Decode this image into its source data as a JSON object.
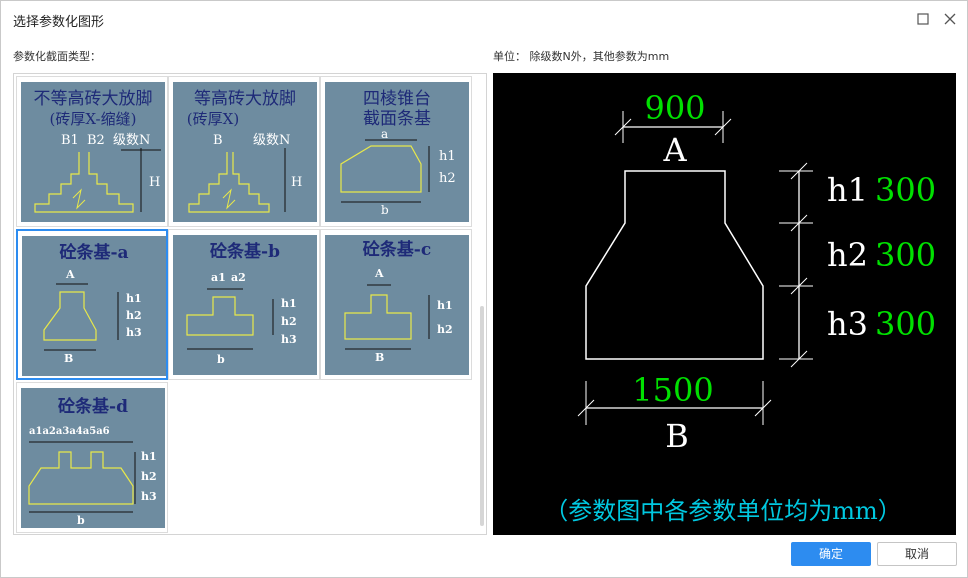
{
  "window": {
    "title": "选择参数化图形",
    "maximize_icon": "maximize-icon",
    "close_icon": "close-icon"
  },
  "left_label": "参数化截面类型：",
  "right_label": "单位：  除级数N外，其他参数为mm",
  "thumbnails": [
    {
      "title1": "不等高砖大放脚",
      "title2": "(砖厚X-缩缝)",
      "labels": [
        "B1",
        "B2",
        "级数N",
        "H"
      ]
    },
    {
      "title1": "等高砖大放脚",
      "title2": "(砖厚X)",
      "labels": [
        "B",
        "级数N",
        "H"
      ]
    },
    {
      "title1": "四棱锥台",
      "title2": "截面条基",
      "labels": [
        "a",
        "h1",
        "h2",
        "b"
      ]
    },
    {
      "title1": "砼条基-a",
      "labels": [
        "A",
        "h1",
        "h2",
        "h3",
        "B"
      ]
    },
    {
      "title1": "砼条基-b",
      "labels": [
        "a1",
        "a2",
        "h1",
        "h2",
        "h3",
        "b"
      ]
    },
    {
      "title1": "砼条基-c",
      "labels": [
        "A",
        "h1",
        "h2",
        "B"
      ]
    },
    {
      "title1": "砼条基-d",
      "labels": [
        "a1a2a3a4a5a6",
        "h1",
        "h2",
        "h3",
        "b"
      ]
    }
  ],
  "selected_index": 3,
  "preview": {
    "top_value": "900",
    "top_label": "A",
    "bottom_value": "1500",
    "bottom_label": "B",
    "params": [
      {
        "name": "h1",
        "value": "300"
      },
      {
        "name": "h2",
        "value": "300"
      },
      {
        "name": "h3",
        "value": "300"
      }
    ],
    "note": "（参数图中各参数单位均为mm）"
  },
  "buttons": {
    "ok": "确定",
    "cancel": "取消"
  },
  "colors": {
    "accent": "#2d8cf0",
    "thumb_bg": "#6e8ca0",
    "thumb_title": "#1e2a78",
    "shape_yellow": "#e8e84a",
    "value_green": "#00e000",
    "note_cyan": "#00c8e0"
  }
}
